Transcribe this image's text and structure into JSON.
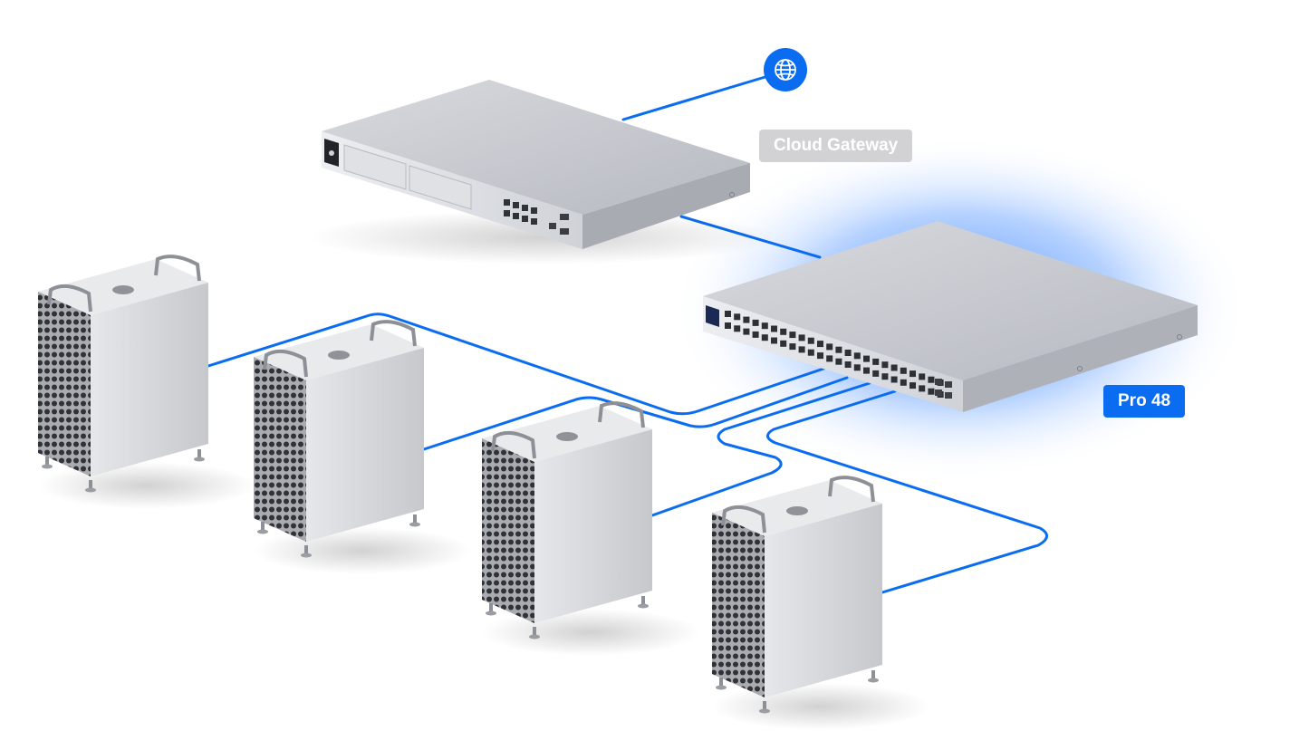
{
  "labels": {
    "gateway": "Cloud Gateway",
    "switch": "Pro 48"
  },
  "icons": {
    "internet": "globe-icon"
  },
  "colors": {
    "link": "#0a6cf0",
    "accent": "#1a6ff2",
    "gateway_badge": "#d2d2d4",
    "switch_badge": "#0a6cf0",
    "device_metal": "#c9cbd0"
  },
  "devices": {
    "workstation_count": 4
  }
}
